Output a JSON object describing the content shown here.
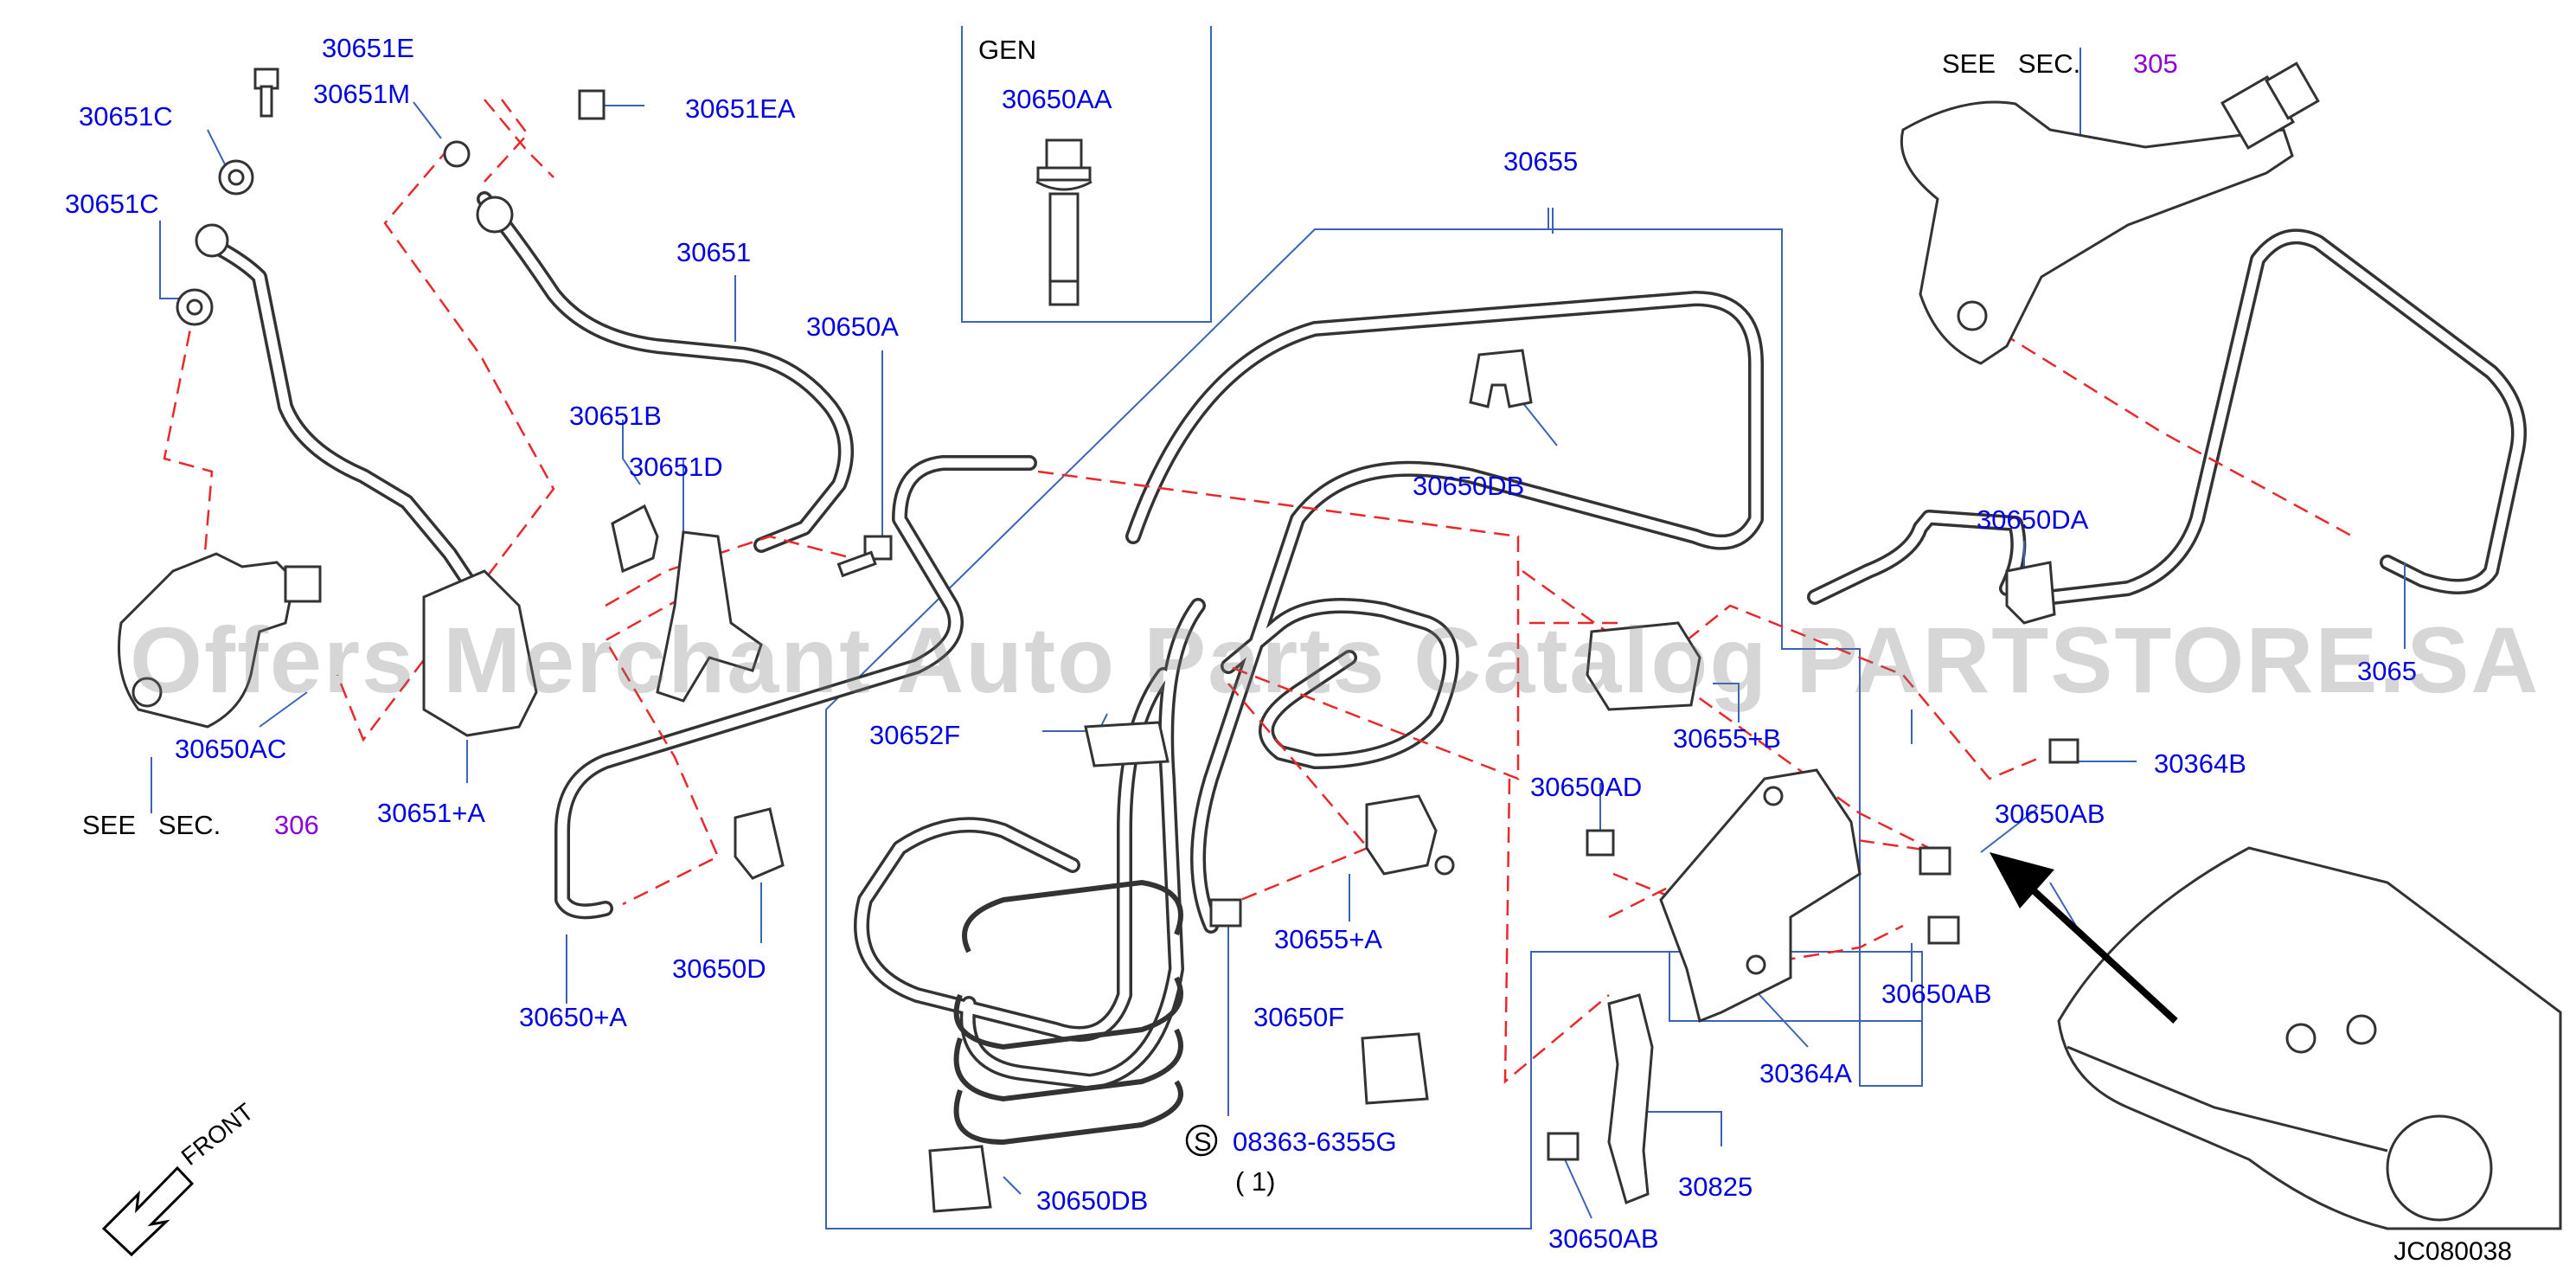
{
  "diagram": {
    "code": "JC080038",
    "watermark": "Offers Merchant Auto Parts Catalog PARTSTORE.SA",
    "gen_label": "GEN",
    "front_label": "FRONT",
    "see_sec_305": {
      "text": "SEE   SEC.",
      "ref": "305"
    },
    "see_sec_306": {
      "text": "SEE   SEC.",
      "ref": "306"
    },
    "s_marker": "S",
    "qty_note": "( 1)",
    "parts": {
      "p30651E": "30651E",
      "p30651C_a": "30651C",
      "p30651M": "30651M",
      "p30651EA": "30651EA",
      "p30651C_b": "30651C",
      "p30651": "30651",
      "p30650AA": "30650AA",
      "p30655": "30655",
      "p30650A": "30650A",
      "p30651B": "30651B",
      "p30651D": "30651D",
      "p30650DB_top": "30650DB",
      "p30650DA": "30650DA",
      "p30652F": "30652F",
      "p30655B": "30655+B",
      "p30650AC": "30650AC",
      "p30651A": "30651+A",
      "p30650AD": "30650AD",
      "p30364B": "30364B",
      "p30650AB_1": "30650AB",
      "p30650D": "30650D",
      "p30655A": "30655+A",
      "p30650AB_2": "30650AB",
      "p30650pA": "30650+A",
      "p30650F": "30650F",
      "p30364A": "30364A",
      "p08363": "08363-6355G",
      "p30825": "30825",
      "p30650DB_bot": "30650DB",
      "p30650AB_3": "30650AB",
      "p30652_partial": "3065"
    },
    "colors": {
      "label": "#0000e0",
      "ref": "#8b00d8",
      "dash": "#e8282a",
      "leader": "#3b63b8",
      "line": "#333333"
    }
  }
}
